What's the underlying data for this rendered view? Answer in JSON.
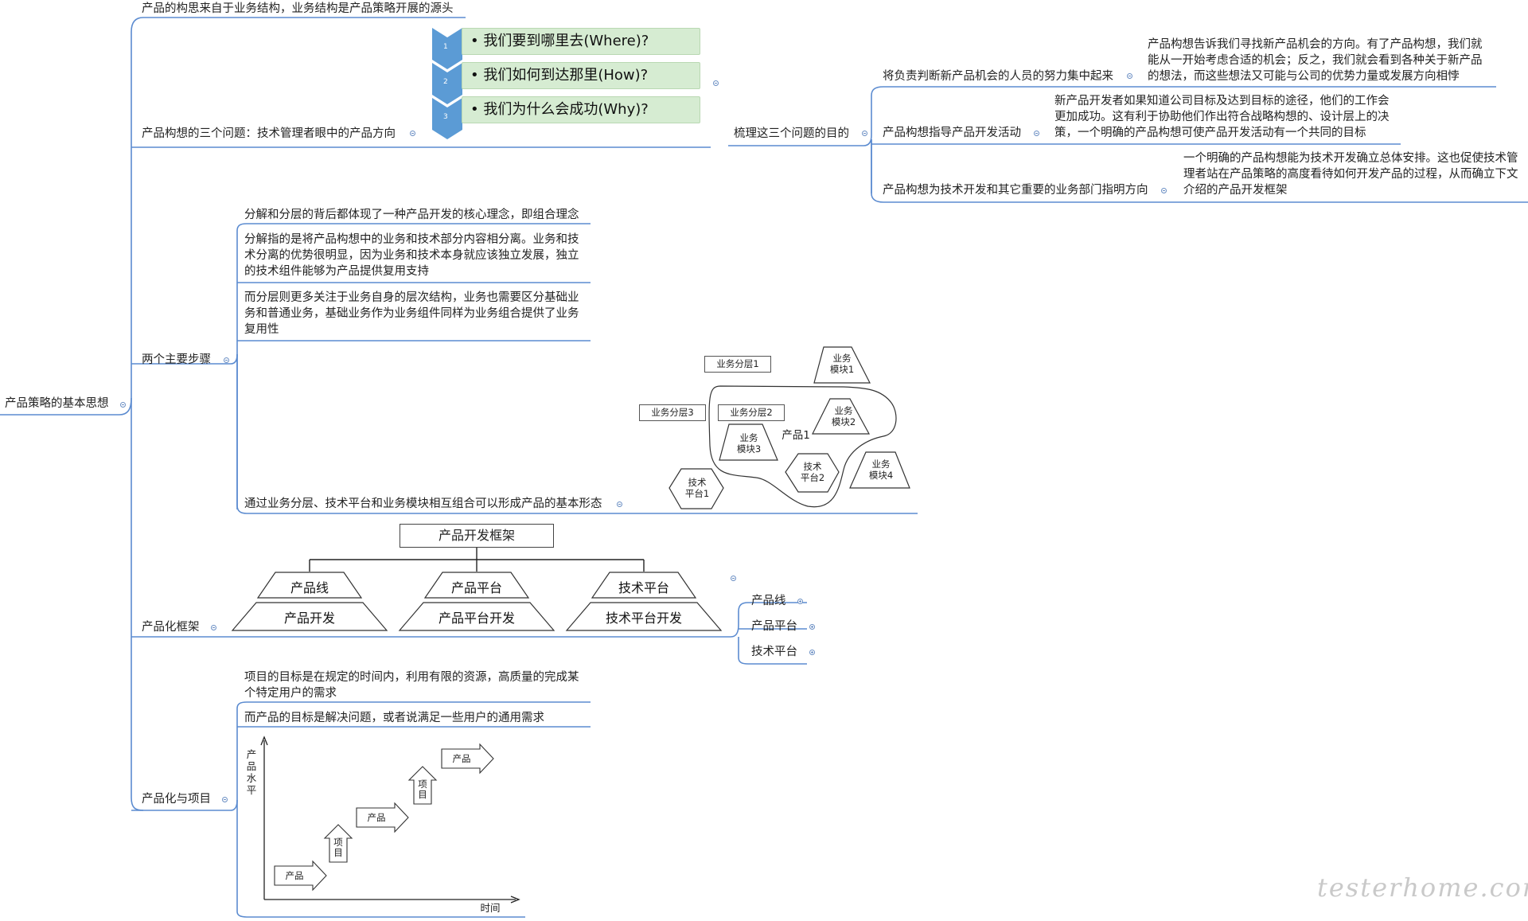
{
  "root": {
    "label": "产品策略的基本思想"
  },
  "branches": {
    "b1": {
      "label": "产品的构思来自于业务结构，业务结构是产品策略开展的源头"
    },
    "b2": {
      "label": "产品构想的三个问题：技术管理者眼中的产品方向",
      "questions": [
        {
          "num": "1",
          "text": "• 我们要到哪里去(Where)?"
        },
        {
          "num": "2",
          "text": "• 我们如何到达那里(How)?"
        },
        {
          "num": "3",
          "text": "• 我们为什么会成功(Why)?"
        }
      ],
      "purpose": {
        "label": "梳理这三个问题的目的",
        "items": [
          {
            "label": "将负责判断新产品机会的人员的努力集中起来",
            "detail": "产品构想告诉我们寻找新产品机会的方向。有了产品构想，我们就能从一开始考虑合适的机会；反之，我们就会看到各种关于新产品的想法，而这些想法又可能与公司的优势力量或发展方向相悖"
          },
          {
            "label": "产品构想指导产品开发活动",
            "detail": "新产品开发者如果知道公司目标及达到目标的途径，他们的工作会更加成功。这有利于协助他们作出符合战略构想的、设计层上的决策，一个明确的产品构想可使产品开发活动有一个共同的目标"
          },
          {
            "label": "产品构想为技术开发和其它重要的业务部门指明方向",
            "detail": "一个明确的产品构想能为技术开发确立总体安排。这也促使技术管理者站在产品策略的高度看待如何开发产品的过程，从而确立下文介绍的产品开发框架"
          }
        ]
      }
    },
    "b3": {
      "label": "两个主要步骤",
      "items": [
        "分解和分层的背后都体现了一种产品开发的核心理念，即组合理念",
        "分解指的是将产品构想中的业务和技术部分内容相分离。业务和技术分离的优势很明显，因为业务和技术本身就应该独立发展，独立的技术组件能够为产品提供复用支持",
        "而分层则更多关注于业务自身的层次结构，业务也需要区分基础业务和普通业务，基础业务作为业务组件同样为业务组合提供了业务复用性",
        "通过业务分层、技术平台和业务模块相互组合可以形成产品的基本形态"
      ],
      "diagram": {
        "layer1": "业务分层1",
        "layer2": "业务分层2",
        "layer3": "业务分层3",
        "mod1": [
          "业务",
          "模块1"
        ],
        "mod2": [
          "业务",
          "模块2"
        ],
        "mod3": [
          "业务",
          "模块3"
        ],
        "mod4": [
          "业务",
          "模块4"
        ],
        "tech1": [
          "技术",
          "平台1"
        ],
        "tech2": [
          "技术",
          "平台2"
        ],
        "product": "产品1"
      }
    },
    "b4": {
      "label": "产品化框架",
      "framework": {
        "title": "产品开发框架",
        "cols": [
          {
            "top": "产品线",
            "bottom": "产品开发"
          },
          {
            "top": "产品平台",
            "bottom": "产品平台开发"
          },
          {
            "top": "技术平台",
            "bottom": "技术平台开发"
          }
        ]
      },
      "children": [
        "产品线",
        "产品平台",
        "技术平台"
      ]
    },
    "b5": {
      "label": "产品化与项目",
      "items": [
        "项目的目标是在规定的时间内，利用有限的资源，高质量的完成某个特定用户的需求",
        "而产品的目标是解决问题，或者说满足一些用户的通用需求"
      ],
      "diagram": {
        "ylabel": [
          "产",
          "品",
          "水",
          "平"
        ],
        "xlabel": "时间",
        "steps": [
          "产品",
          "项目",
          "产品",
          "项目",
          "产品"
        ]
      }
    }
  },
  "watermark": "testerhome.com",
  "colors": {
    "line": "#5b8bd0",
    "green": "#d6ecd2",
    "chevron": "#5b9bd5"
  }
}
